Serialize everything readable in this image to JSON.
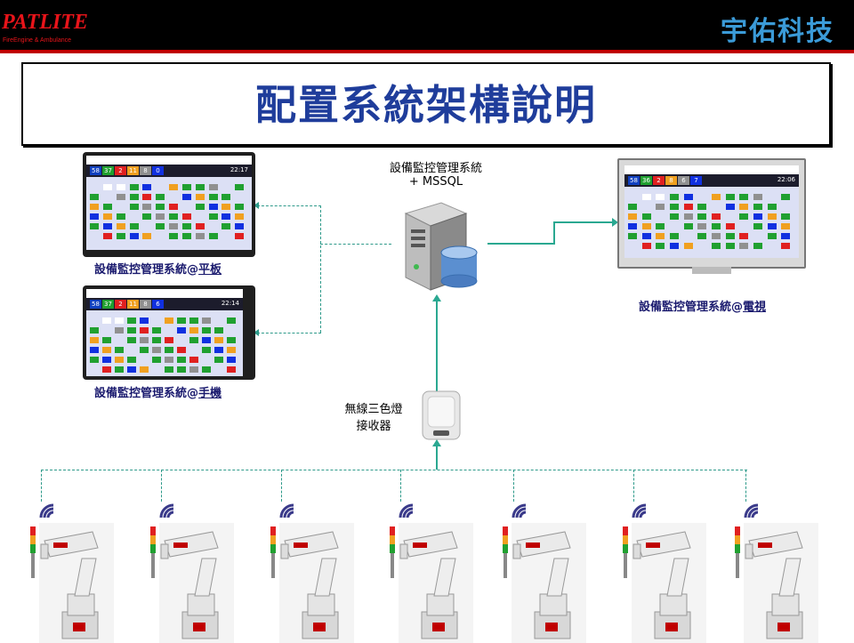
{
  "header": {
    "brand": "PATLITE",
    "brand_tagline": "FireEngine & Ambulance",
    "company": "宇佑科技"
  },
  "title": "配置系統架構說明",
  "server": {
    "label_line1": "設備監控管理系統",
    "label_line2": "+ MSSQL"
  },
  "receiver": {
    "label_line1": "無線三色燈",
    "label_line2": "接收器"
  },
  "devices": {
    "tablet": {
      "prefix": "設備監控管理系統@",
      "suffix": "平板"
    },
    "phone": {
      "prefix": "設備監控管理系統@",
      "suffix": "手機"
    },
    "tv": {
      "prefix": "設備監控管理系統@",
      "suffix": "電視"
    }
  },
  "screen_counts": {
    "tablet": [
      "58",
      "37",
      "2",
      "11",
      "8",
      "0"
    ],
    "phone": [
      "58",
      "37",
      "2",
      "11",
      "8",
      "6"
    ],
    "tv": [
      "58",
      "36",
      "2",
      "8",
      "6",
      "7"
    ]
  },
  "screen_times": {
    "tablet": "22:17",
    "phone": "22:14",
    "tv": "22:06"
  },
  "count_colors": [
    "#1040c0",
    "#20a030",
    "#e02020",
    "#f0a020",
    "#909090",
    "#1030e0"
  ],
  "robot_count": 7
}
